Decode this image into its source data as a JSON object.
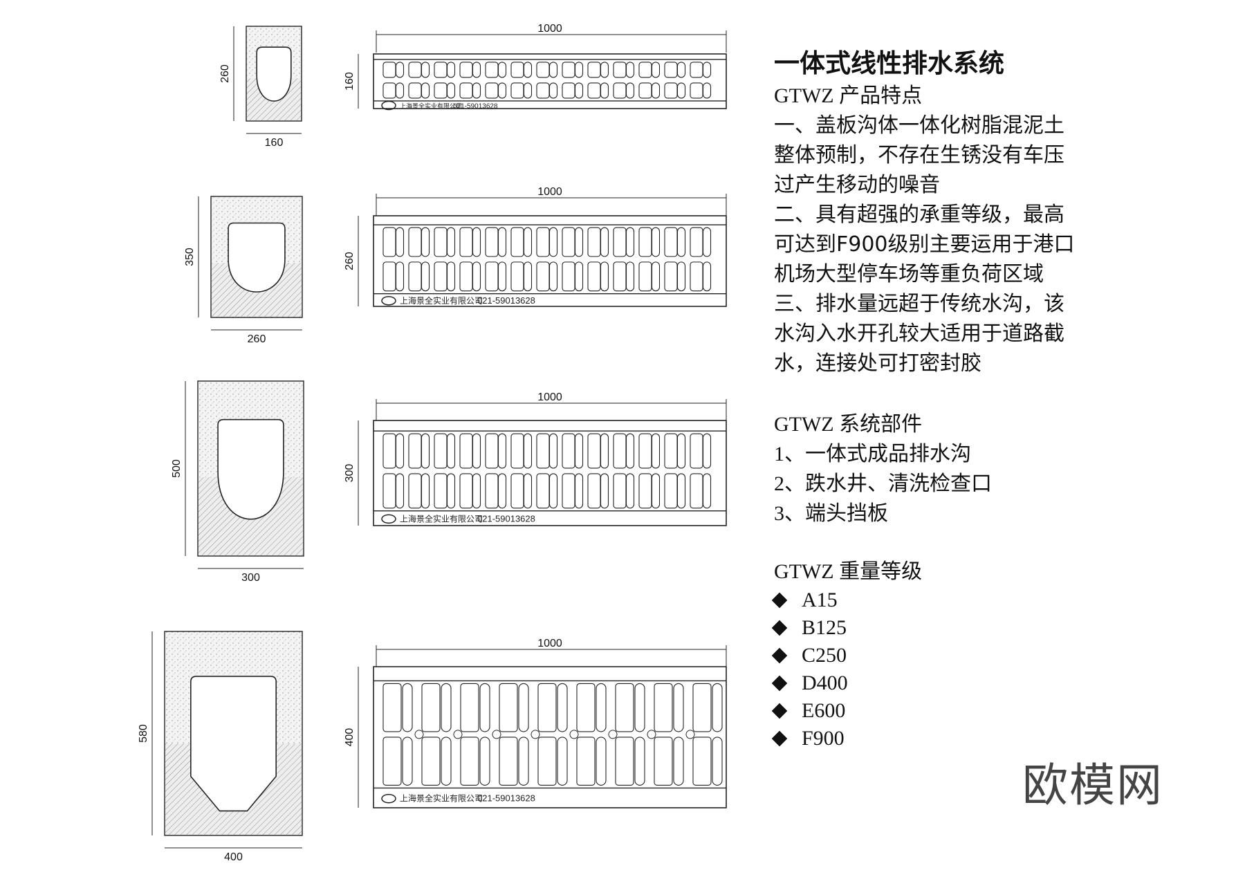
{
  "title": "一体式线性排水系统",
  "features_heading": "GTWZ 产品特点",
  "features_lines": [
    "一、盖板沟体一体化树脂混泥土",
    "整体预制，不存在生锈没有车压",
    "过产生移动的噪音",
    "二、具有超强的承重等级，最高",
    "可达到F900级别主要运用于港口",
    "机场大型停车场等重负荷区域",
    "三、排水量远超于传统水沟，该",
    "水沟入水开孔较大适用于道路截",
    "水，连接处可打密封胶"
  ],
  "components_heading": "GTWZ 系统部件",
  "components": [
    "1、一体式成品排水沟",
    "2、跌水井、清洗检查口",
    "3、端头挡板"
  ],
  "grades_heading": "GTWZ 重量等级",
  "grades": [
    "A15",
    "B125",
    "C250",
    "D400",
    "E600",
    "F900"
  ],
  "grade_bullet_icon": "black-diamond",
  "grate_label": {
    "company": "上海景全实业有限公司",
    "phone": "021-59013628"
  },
  "models": [
    {
      "section_height": "260",
      "section_width": "160",
      "length": "1000",
      "grate_height": "160"
    },
    {
      "section_height": "350",
      "section_width": "260",
      "length": "1000",
      "grate_height": "260"
    },
    {
      "section_height": "500",
      "section_width": "300",
      "length": "1000",
      "grate_height": "300"
    },
    {
      "section_height": "580",
      "section_width": "400",
      "length": "1000",
      "grate_height": "400"
    }
  ],
  "watermark": "欧模网",
  "watermark_url": "www.om.cn"
}
